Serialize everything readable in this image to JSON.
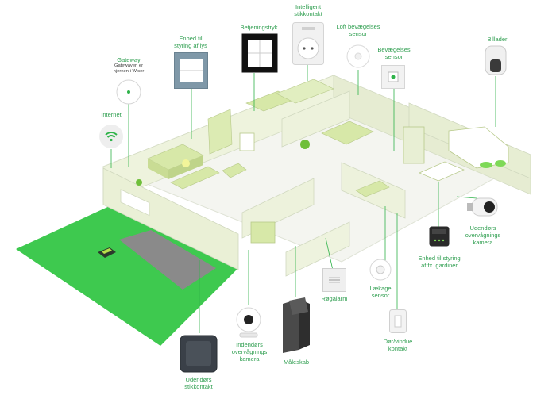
{
  "colors": {
    "accent": "#2fb34a",
    "lawn": "#3ec94f",
    "wall": "#eef3dd",
    "floor": "#f4f5f0",
    "furniture": "#d7e8a8",
    "line": "#c9d0bc",
    "label": "#2e9e4f"
  },
  "devices": {
    "gateway": {
      "label": "Gateway",
      "sublabel1": "Gatewayen er",
      "sublabel2": "hjernen i Wiser",
      "icon": "gateway-puck-icon"
    },
    "internet": {
      "label": "Internet",
      "icon": "wifi-icon"
    },
    "light_control": {
      "label1": "Enhed til",
      "label2": "styring af lys",
      "icon": "light-switch-icon"
    },
    "control_switch": {
      "label": "Betjeningstryk",
      "icon": "push-button-icon"
    },
    "smart_outlet": {
      "label1": "Intelligent",
      "label2": "stikkontakt",
      "icon": "socket-icon"
    },
    "ceiling_motion": {
      "label1": "Loft bevægelses",
      "label2": "sensor",
      "icon": "ceiling-sensor-icon"
    },
    "motion_sensor": {
      "label1": "Bevægelses",
      "label2": "sensor",
      "icon": "motion-sensor-icon"
    },
    "car_charger": {
      "label": "Billader",
      "icon": "ev-charger-icon"
    },
    "outdoor_camera": {
      "label1": "Udendørs",
      "label2": "overvågnings",
      "label3": "kamera",
      "icon": "outdoor-camera-icon"
    },
    "curtain_control": {
      "label1": "Enhed til styring",
      "label2": "af fx. gardiner",
      "icon": "curtain-module-icon"
    },
    "smoke_alarm": {
      "label": "Røgalarm",
      "icon": "smoke-alarm-icon"
    },
    "leak_sensor": {
      "label1": "Lækage",
      "label2": "sensor",
      "icon": "leak-sensor-icon"
    },
    "door_window": {
      "label1": "Dør/vindue",
      "label2": "kontakt",
      "icon": "door-contact-icon"
    },
    "meter_cabinet": {
      "label": "Måleskab",
      "icon": "meter-cabinet-icon"
    },
    "indoor_camera": {
      "label1": "Indendørs",
      "label2": "overvågnings",
      "label3": "kamera",
      "icon": "indoor-camera-icon"
    },
    "outdoor_outlet": {
      "label1": "Udendørs",
      "label2": "stikkontakt",
      "icon": "outdoor-socket-icon"
    }
  }
}
